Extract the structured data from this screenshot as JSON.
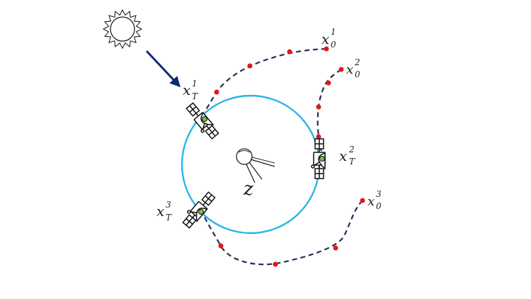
{
  "colors": {
    "orbit": "#29b6e6",
    "trajectory": "#1f3157",
    "waypoint": "#e3161b",
    "arrow": "#0d2c6e",
    "dock": "#7bbf4a"
  },
  "labels": {
    "target": "z",
    "starts": [
      {
        "base": "x",
        "sub": "0",
        "sup": "1"
      },
      {
        "base": "x",
        "sub": "0",
        "sup": "2"
      },
      {
        "base": "x",
        "sub": "0",
        "sup": "3"
      }
    ],
    "terminals": [
      {
        "base": "x",
        "sub": "T",
        "sup": "1"
      },
      {
        "base": "x",
        "sub": "T",
        "sup": "2"
      },
      {
        "base": "x",
        "sub": "T",
        "sup": "3"
      }
    ]
  },
  "icons": [
    "sun-icon",
    "sunlight-arrow",
    "target-satellite-icon",
    "servicer-satellite-icon"
  ]
}
